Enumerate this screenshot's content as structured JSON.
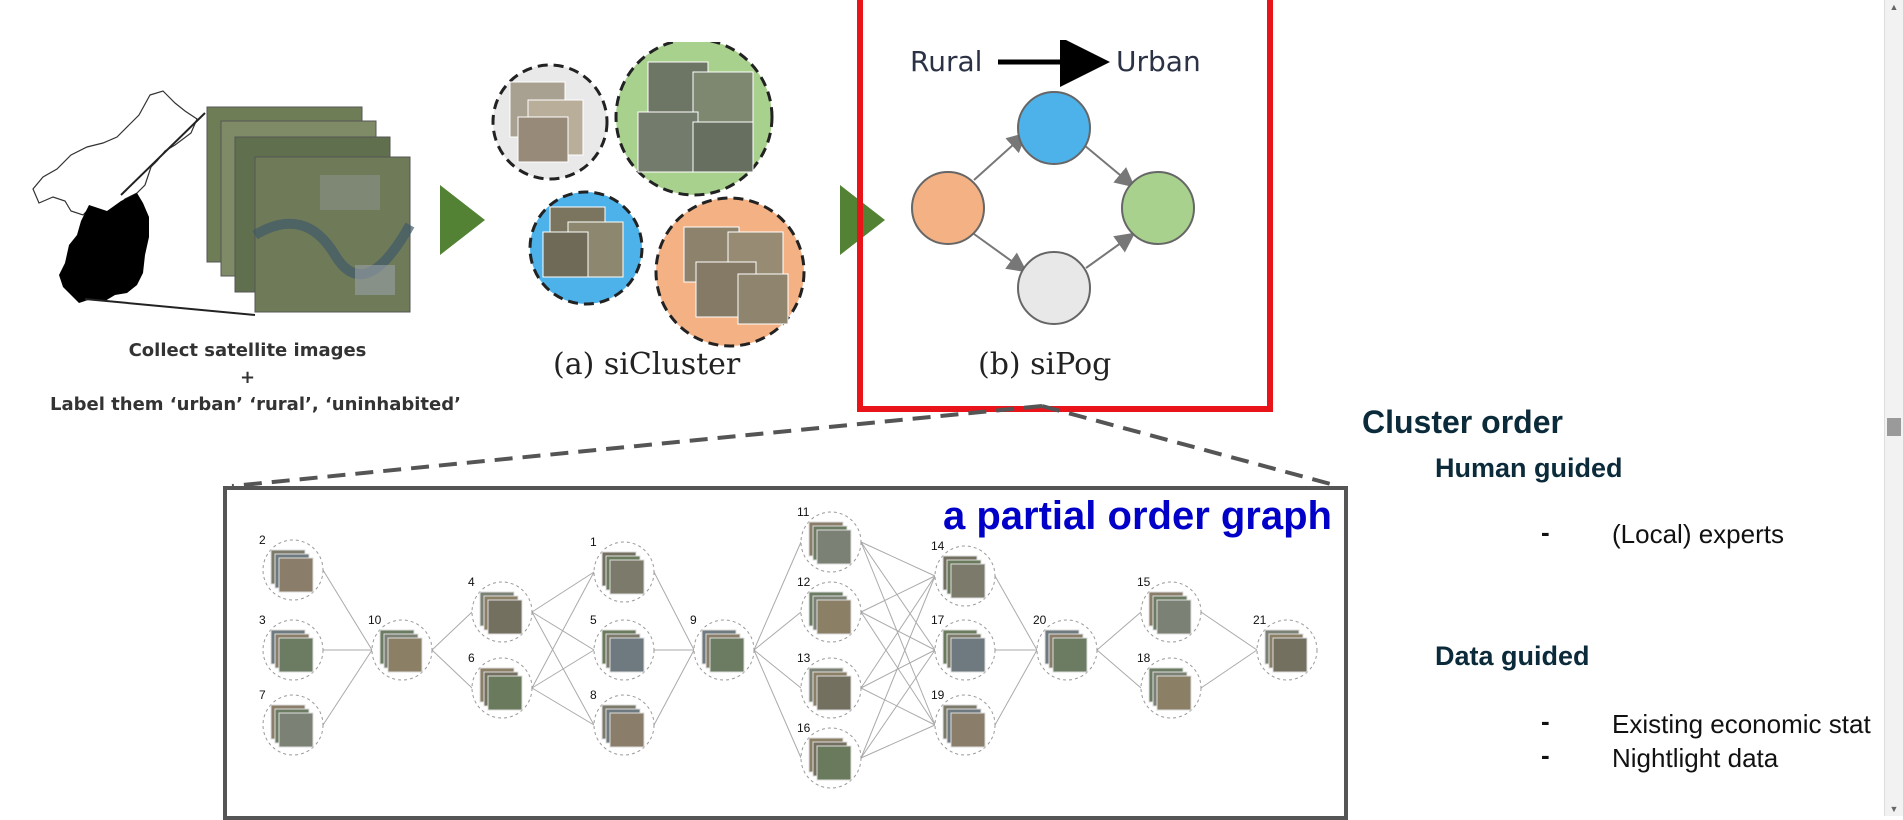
{
  "left_panel": {
    "caption_line1": "Collect satellite images",
    "caption_line2": "+",
    "caption_line3": "Label them ‘urban’ ‘rural’, ‘uninhabited’"
  },
  "si_cluster": {
    "caption": "(a) siCluster"
  },
  "si_pog": {
    "caption": "(b) siPog",
    "rural_label": "Rural",
    "urban_label": "Urban",
    "node_colors": [
      "#f4b183",
      "#4db1ea",
      "#e8e8e8",
      "#a9d18e"
    ]
  },
  "colors": {
    "highlight_box": "#e8141a",
    "arrow_green": "#548235",
    "title_blue": "#0000c8"
  },
  "partial_order": {
    "title": "a partial order graph",
    "node_numbers": [
      "2",
      "3",
      "7",
      "10",
      "4",
      "6",
      "1",
      "5",
      "8",
      "9",
      "11",
      "12",
      "13",
      "16",
      "14",
      "17",
      "19",
      "20",
      "15",
      "18",
      "21"
    ]
  },
  "right_panel": {
    "title": "Cluster order",
    "human_guided": "Human guided",
    "human_items": [
      "(Local) experts"
    ],
    "data_guided": "Data guided",
    "data_items": [
      "Existing economic stat",
      "Nightlight data"
    ],
    "bullet_char": "-"
  }
}
